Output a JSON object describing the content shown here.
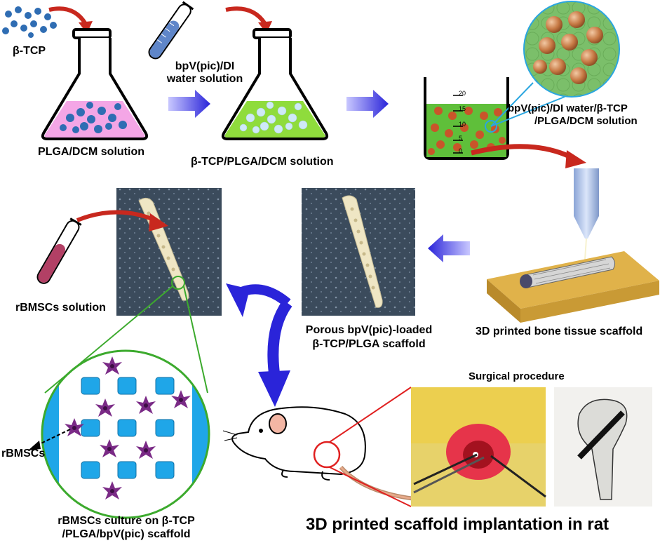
{
  "labels": {
    "beta_tcp": "β-TCP",
    "plga_dcm": "PLGA/DCM solution",
    "bpv_water_1": "bpV(pic)/DI",
    "bpv_water_2": "water solution",
    "tcp_plga_dcm": "β-TCP/PLGA/DCM solution",
    "mixed_solution_1": "bpV(pic)/DI water/β-TCP",
    "mixed_solution_2": "/PLGA/DCM solution",
    "printed_scaffold": "3D printed bone tissue scaffold",
    "porous_scaffold_1": "Porous bpV(pic)-loaded",
    "porous_scaffold_2": "β-TCP/PLGA scaffold",
    "rbmscs_solution": "rBMSCs solution",
    "rbmscs": "rBMSCs",
    "culture_1": "rBMSCs culture on β-TCP",
    "culture_2": "/PLGA/bpV(pic) scaffold",
    "surgical_procedure": "Surgical procedure",
    "implantation": "3D printed scaffold implantation in rat"
  },
  "beaker_scale": [
    "20",
    "15",
    "10",
    "5",
    "0"
  ],
  "colors": {
    "pink_solution": "#f4a6e6",
    "green_solution": "#8fdc3c",
    "tcp_particle": "#2f6db3",
    "arrow_blue": "#2a24d9",
    "arrow_red": "#c8281e",
    "scaffold_bg": "#3b4b5c",
    "scaffold_body": "#efe6c4",
    "cell_purple": "#7a2a86",
    "pore_blue": "#1fa6e8",
    "green_line": "#3caa2d",
    "red_line": "#e02020",
    "platform": "#e0b24a"
  },
  "icons": {
    "dropper": "test-tube-icon",
    "arrow": "right-arrow-icon"
  }
}
